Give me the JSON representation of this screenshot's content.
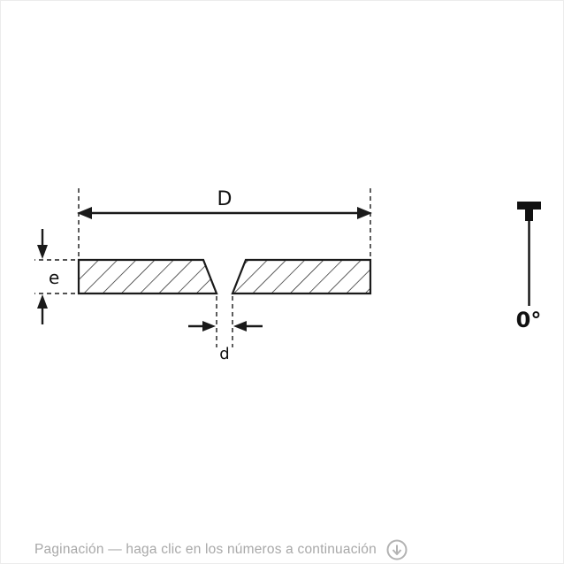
{
  "diagram": {
    "labels": {
      "outer_diameter": "D",
      "thickness": "e",
      "bore_diameter": "d"
    },
    "profile": {
      "angle": "0°"
    }
  },
  "footer": {
    "pagination_text": "Paginación — haga clic en los números a continuación"
  },
  "colors": {
    "line": "#1a1a1a",
    "muted_text": "#a8a8a8",
    "icon_gray": "#b3b3b3",
    "background": "#ffffff"
  }
}
